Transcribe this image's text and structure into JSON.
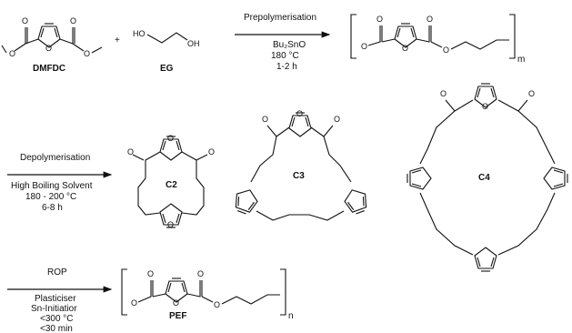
{
  "reaction1": {
    "monomer1": "DMFDC",
    "plus": "+",
    "monomer2": "EG",
    "ho": "HO",
    "oh": "OH",
    "arrow_above": "Prepolymerisation",
    "arrow_below": [
      "Bu₂SnO",
      "180 °C",
      "1-2 h"
    ],
    "repeat": "m"
  },
  "reaction2": {
    "arrow_above": "Depolymerisation",
    "arrow_below": [
      "High Boiling Solvent",
      "180 - 200 °C",
      "6-8 h"
    ],
    "cyclics": [
      "C2",
      "C3",
      "C4"
    ]
  },
  "reaction3": {
    "arrow_above": "ROP",
    "arrow_below": [
      "Plasticiser",
      "Sn-Initiatior",
      "<300 °C",
      "<30 min"
    ],
    "polymer": "PEF",
    "repeat": "n"
  },
  "atoms": {
    "oxygen": "O"
  }
}
